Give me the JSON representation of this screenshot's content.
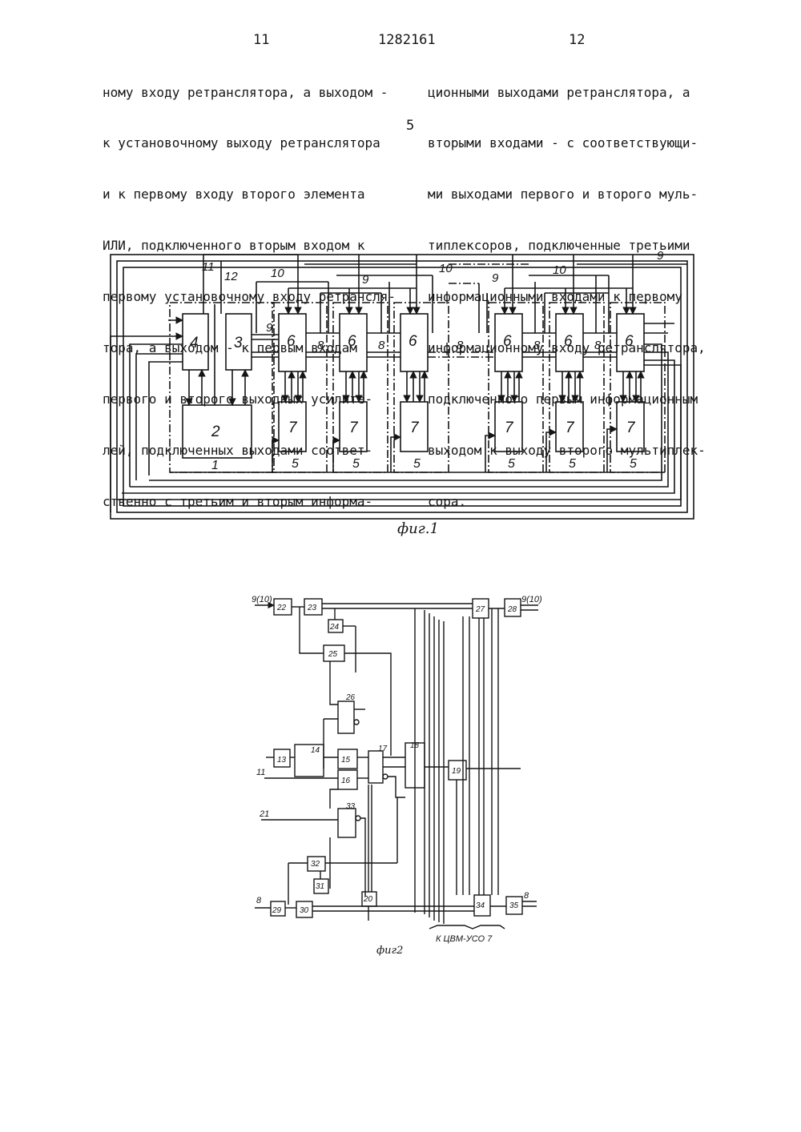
{
  "header": {
    "page_left": "11",
    "patent_number": "1282161",
    "page_right": "12"
  },
  "text": {
    "left_column": [
      "ному входу ретранслятора, а выходом -",
      "к установочному выходу ретранслятора",
      "и к первому входу второго элемента",
      "ИЛИ, подключенного вторым входом к",
      "первому установочному входу ретрансля-",
      "тора, а выходом - к первым входам",
      "первого и второго выходных усилите-",
      "лей, подключенных выходами соответ-",
      "ственно с третьим и вторым информа-"
    ],
    "line_marker": "5",
    "right_column": [
      "ционными выходами ретранслятора, а",
      "вторыми входами - с соответствующи-",
      "ми выходами первого и второго муль-",
      "типлексоров, подключенные третьими",
      "информационными входами к первому",
      "информационному входу ретранслятора,",
      "подключенного первым информационным",
      "выходом к выходу второго мультиплек-",
      "сора."
    ]
  },
  "figure1": {
    "caption": "фиг.1",
    "blocks": {
      "b4": "4",
      "b3": "3",
      "b2": "2",
      "b1": "1",
      "b6": "6",
      "b7": "7",
      "b5": "5"
    },
    "lines": {
      "l11": "11",
      "l12": "12",
      "l10": "10",
      "l9": "9",
      "l8": "8"
    }
  },
  "figure2": {
    "caption": "фиг2",
    "bottom_label": "К ЦВМ-УСО 7",
    "left_inputs": {
      "top": "9(10)",
      "in11": "11",
      "in21": "21",
      "in8": "8"
    },
    "right_outputs": {
      "top": "9(10)",
      "bottom": "8"
    },
    "blocks": {
      "b13": "13",
      "b14": "14",
      "b15": "15",
      "b16": "16",
      "b17": "17",
      "b18": "18",
      "b19": "19",
      "b20": "20",
      "b22": "22",
      "b23": "23",
      "b24": "24",
      "b25": "25",
      "b26": "26",
      "b27": "27",
      "b28": "28",
      "b29": "29",
      "b30": "30",
      "b31": "31",
      "b32": "32",
      "b33": "33",
      "b34": "34",
      "b35": "35"
    }
  }
}
